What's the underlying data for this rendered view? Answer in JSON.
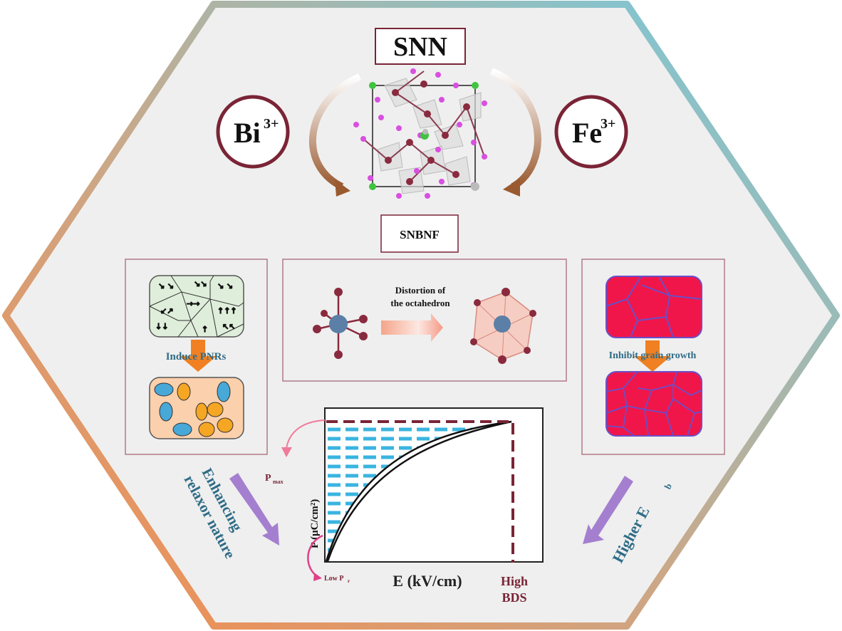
{
  "top": {
    "parent_label": "SNN",
    "product_label": "SNBNF"
  },
  "dopants": {
    "left": {
      "symbol": "Bi",
      "charge": "3+"
    },
    "right": {
      "symbol": "Fe",
      "charge": "3+"
    }
  },
  "panels": {
    "left": {
      "caption": "Induce PNRs"
    },
    "middle": {
      "caption_line1": "Distortion of",
      "caption_line2": "the octahedron"
    },
    "right": {
      "caption": "Inhibit grain growth"
    }
  },
  "chart": {
    "ylabel": "P (μC/cm²)",
    "xlabel": "E (kV/cm)",
    "pmax_main": "P",
    "pmax_sub": "max",
    "lowpr_main": "Low P",
    "lowpr_sub": "r",
    "bds_line1": "High",
    "bds_line2": "BDS"
  },
  "effects": {
    "left_line1": "Enhancing",
    "left_line2": "relaxor nature",
    "right_main": "Higher  E",
    "right_sub": "b"
  },
  "colors": {
    "maroon": "#7a2436",
    "teal_text": "#2f6c86",
    "border_orange": "#f08a4e",
    "border_teal": "#7fc9d9",
    "arrow_purple": "#a57fcf",
    "grain_red": "#f0164a",
    "grain_line": "#6a4fc8"
  }
}
